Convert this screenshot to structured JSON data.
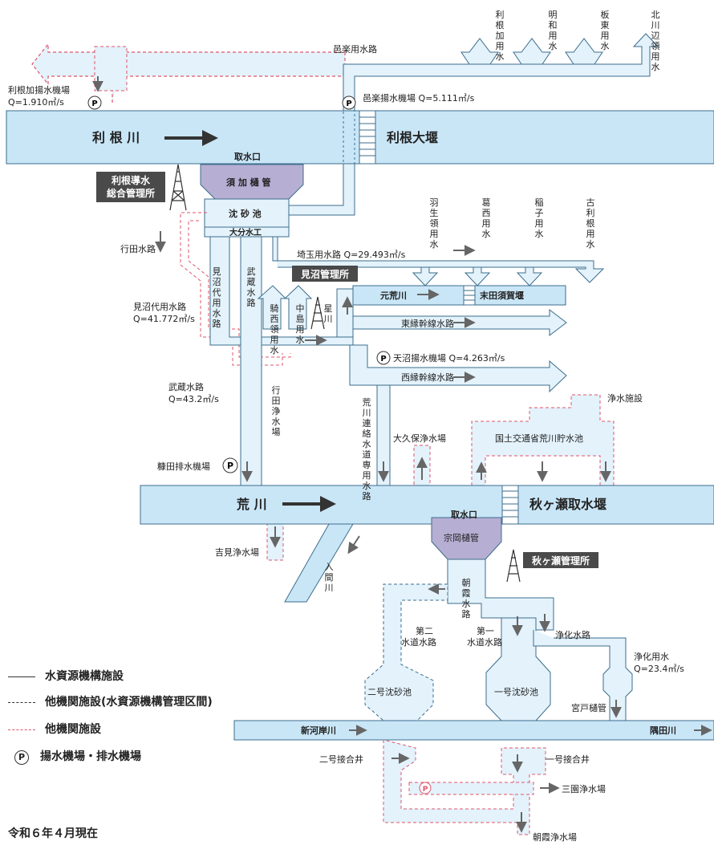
{
  "colors": {
    "water": "#c9e6f7",
    "channel": "#e3f2fb",
    "line": "#3d6d8c",
    "facility": "#b7aed3",
    "office": "#4a4a4a",
    "red_dash": "#e0556b",
    "arrow": "#666666"
  },
  "rivers": {
    "tone": "利 根 川",
    "tone_weir": "利根大堰",
    "arakawa": "荒 川",
    "akigase_weir": "秋ヶ瀬取水堰",
    "motoarakawa": "元荒川",
    "sueda_weir": "末田須賀堰",
    "shingashi": "新河岸川",
    "sumida": "隅田川",
    "iruma": "入間川"
  },
  "offices": {
    "tone_office_line1": "利根導水",
    "tone_office_line2": "総合管理所",
    "minuma_office": "見沼管理所",
    "akigase_office": "秋ヶ瀬管理所"
  },
  "facilities": {
    "intake_tone": "取水口",
    "suka_gate": "須 加 樋 管",
    "settling": "沈 砂 池",
    "daibun": "大分水工",
    "intake_ara": "取水口",
    "muneoka_gate": "宗岡樋管",
    "no2_settling": "二号沈砂池",
    "no1_settling": "一号沈砂池",
    "miyado_gate": "宮戸樋管",
    "no2_junction": "二号接合井",
    "no1_junction": "一号接合井"
  },
  "pumps": {
    "tonekako_line1": "利根加揚水機場",
    "tonekako_line2": "Q=1.910㎥/s",
    "ora": "邑楽揚水機場 Q=5.111㎥/s",
    "amanuma": "天沼揚水機場 Q=4.263㎥/s",
    "nukata": "糠田排水機場"
  },
  "channels": {
    "ora_canal": "邑楽用水路",
    "gyoda": "行田水路",
    "saitama": "埼玉用水路 Q=29.493㎥/s",
    "minumadai_line1": "見沼代用水路",
    "minumadai_line2": "Q=41.772㎥/s",
    "musashi_line1": "武蔵水路",
    "musashi_line2": "Q=43.2㎥/s",
    "higashi": "東縁幹線水路",
    "nishi": "西縁幹線水路",
    "jouka_canal": "浄化水路",
    "jouka_water_line1": "浄化用水",
    "jouka_water_line2": "Q=23.4㎥/s"
  },
  "vertical_labels": {
    "tonekako": "利根加用水",
    "meiwa": "明和用水",
    "itakura": "板東用水",
    "kitakawabe": "北川辺領用水",
    "hanyu": "羽生領用水",
    "kasai": "葛西用水",
    "inago": "稲子用水",
    "kotone": "古利根用水",
    "minumadai_v": "見沼代用水路",
    "musashi_v": "武蔵水路",
    "kisai": "騎西領用水",
    "nakajima": "中島用水",
    "hoshikawa": "星川",
    "gyoda_plant": "行田浄水場",
    "arakawa_renraku": "荒川連絡水道専用水路",
    "asaka_canal": "朝霞水路",
    "iruma": "入間川"
  },
  "multiline_labels": {
    "no2_canal": [
      "第二",
      "水道水路"
    ],
    "no1_canal": [
      "第一",
      "水道水路"
    ]
  },
  "plants": {
    "okubo": "大久保浄水場",
    "jousui": "浄水施設",
    "kokudo": "国土交通省荒川貯水池",
    "yoshimi": "吉見浄水場",
    "misono": "三園浄水場",
    "asaka_plant": "朝霞浄水場"
  },
  "legend": {
    "items": [
      {
        "label": "水資源機構施設",
        "style": "solid"
      },
      {
        "label": "他機関施設(水資源機構管理区間)",
        "style": "dashed"
      },
      {
        "label": "他機関施設",
        "style": "red-dashed"
      },
      {
        "label": "揚水機場・排水機場",
        "style": "pump",
        "symbol": "P"
      }
    ],
    "as_of": "令和６年４月現在"
  }
}
